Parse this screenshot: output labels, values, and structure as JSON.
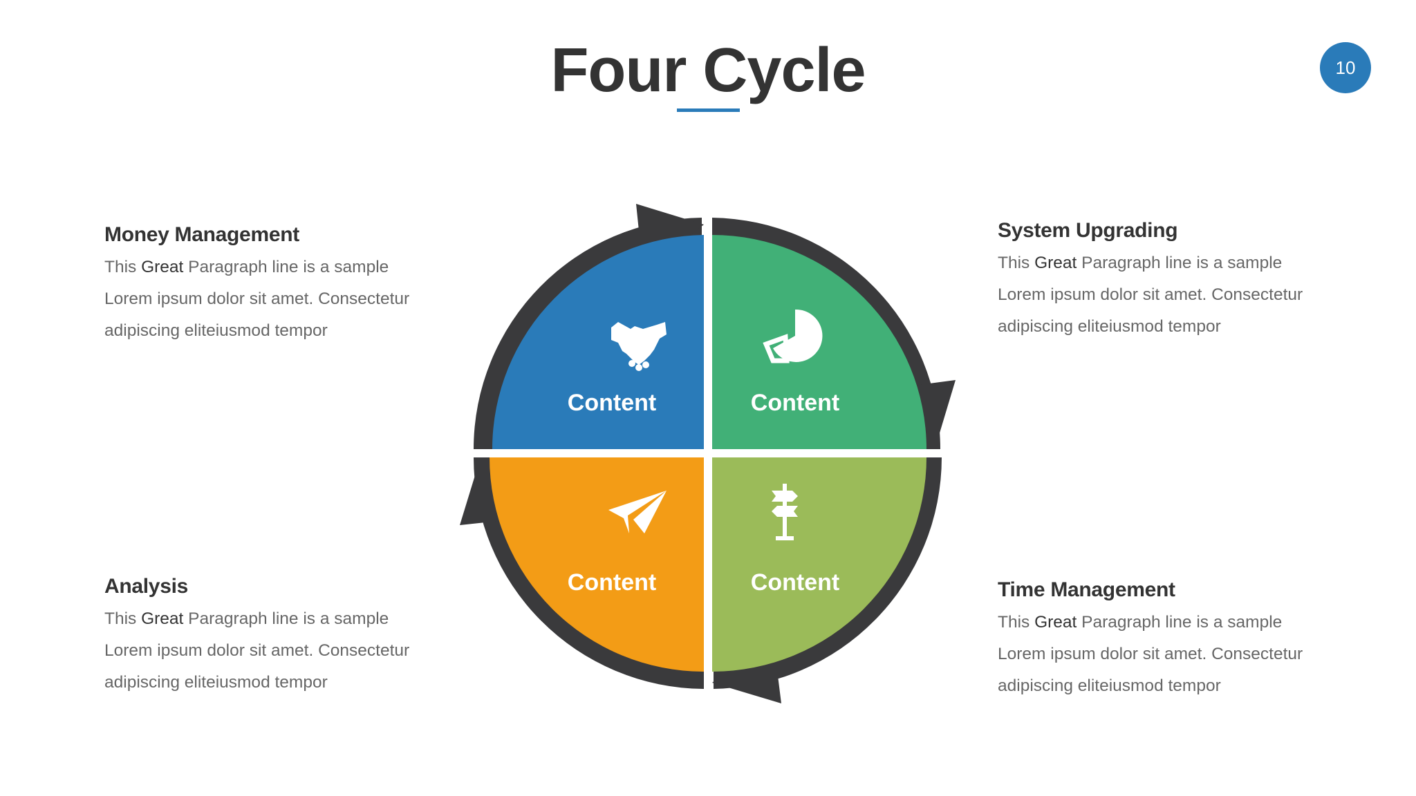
{
  "slide": {
    "title": "Four Cycle",
    "page_number": "10",
    "accent_color": "#2a7bb9"
  },
  "blocks": {
    "top_left": {
      "heading": "Money Management",
      "line1_pre": "This ",
      "line1_em": "Great",
      "line1_post": " Paragraph line is a sample",
      "line2": "Lorem ipsum dolor sit amet. Consectetur",
      "line3": "adipiscing eliteiusmod tempor"
    },
    "top_right": {
      "heading": "System Upgrading",
      "line1_pre": "This ",
      "line1_em": "Great",
      "line1_post": " Paragraph line is a sample",
      "line2": "Lorem ipsum dolor sit amet. Consectetur",
      "line3": "adipiscing eliteiusmod tempor"
    },
    "bottom_left": {
      "heading": "Analysis",
      "line1_pre": "This ",
      "line1_em": "Great",
      "line1_post": " Paragraph line is a sample",
      "line2": "Lorem ipsum dolor sit amet. Consectetur",
      "line3": "adipiscing eliteiusmod tempor"
    },
    "bottom_right": {
      "heading": "Time Management",
      "line1_pre": "This ",
      "line1_em": "Great",
      "line1_post": " Paragraph line is a sample",
      "line2": "Lorem ipsum dolor sit amet. Consectetur",
      "line3": "adipiscing eliteiusmod tempor"
    }
  },
  "cycle": {
    "arrow_color": "#3a3a3c",
    "quadrants": {
      "top_left": {
        "label": "Content",
        "color": "#2a7bb9",
        "icon": "handshake-icon"
      },
      "top_right": {
        "label": "Content",
        "color": "#41b077",
        "icon": "pie-chart-icon"
      },
      "bottom_left": {
        "label": "Content",
        "color": "#f39c16",
        "icon": "paper-plane-icon"
      },
      "bottom_right": {
        "label": "Content",
        "color": "#9bbb59",
        "icon": "signpost-icon"
      }
    }
  }
}
